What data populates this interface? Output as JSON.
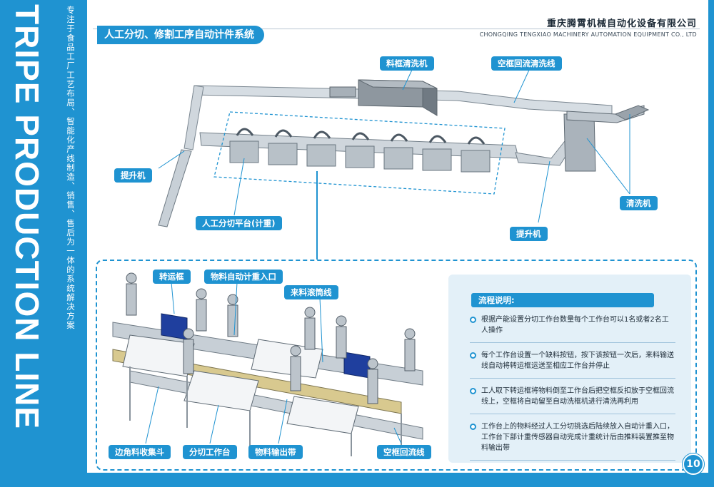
{
  "sidebar": {
    "title": "TRIPE PRODUCTION LINE",
    "slogan": "专注于食品工厂工艺布局、智能化产线制造、销售、售后为一体的系统解决方案"
  },
  "header": {
    "company_cn": "重庆腾霄机械自动化设备有限公司",
    "company_en": "CHONGQING TENGXIAO MACHINERY AUTOMATION EQUIPMENT CO., LTD"
  },
  "page_title": "人工分切、修割工序自动计件系统",
  "overview_labels": {
    "crate_washer": "料框清洗机",
    "empty_crate_return_wash": "空框回流清洗线",
    "elevator_left": "提升机",
    "elevator_right": "提升机",
    "washer": "清洗机",
    "manual_cutting_platform": "人工分切平台(计重)"
  },
  "detail_labels": {
    "transfer_crate": "转运框",
    "auto_weigh_entry": "物料自动计重入口",
    "incoming_roller_line": "来料滚筒线",
    "corner_scrap_hopper": "边角料收集斗",
    "cutting_station": "分切工作台",
    "material_output_belt": "物料输出带",
    "empty_crate_return_line": "空框回流线"
  },
  "process": {
    "title": "流程说明:",
    "steps": [
      "根据产能设置分切工作台数量每个工作台可以1名或者2名工人操作",
      "每个工作台设置一个缺料按钮，按下该按钮一次后，来料输送线自动将转运框运送至相应工作台并停止",
      "工人取下转运框将物料倒至工作台后把空框反扣放于空框回流线上，空框将自动留至自动洗框机进行清洗再利用",
      "工作台上的物料经过人工分切挑选后陆续放入自动计重入口，工作台下部计重传感器自动完成计重统计后由推料装置推至物料输出带"
    ]
  },
  "page_number": "10",
  "colors": {
    "brand_blue": "#1f93d1",
    "panel_light": "#e3f0f8"
  },
  "icons": [
    "bullet-circle-icon",
    "down-arrow-icon"
  ]
}
